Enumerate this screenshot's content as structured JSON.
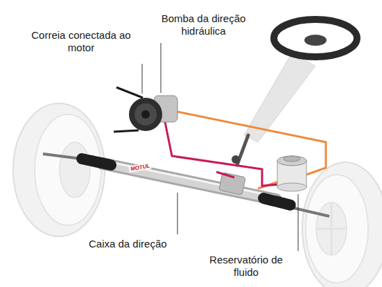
{
  "diagram": {
    "labels": [
      "Bomba da direção hidráulica",
      "Correia conectada ao motor",
      "MOTUL",
      "Caixa da direção",
      "Reservatório de fluido"
    ]
  }
}
